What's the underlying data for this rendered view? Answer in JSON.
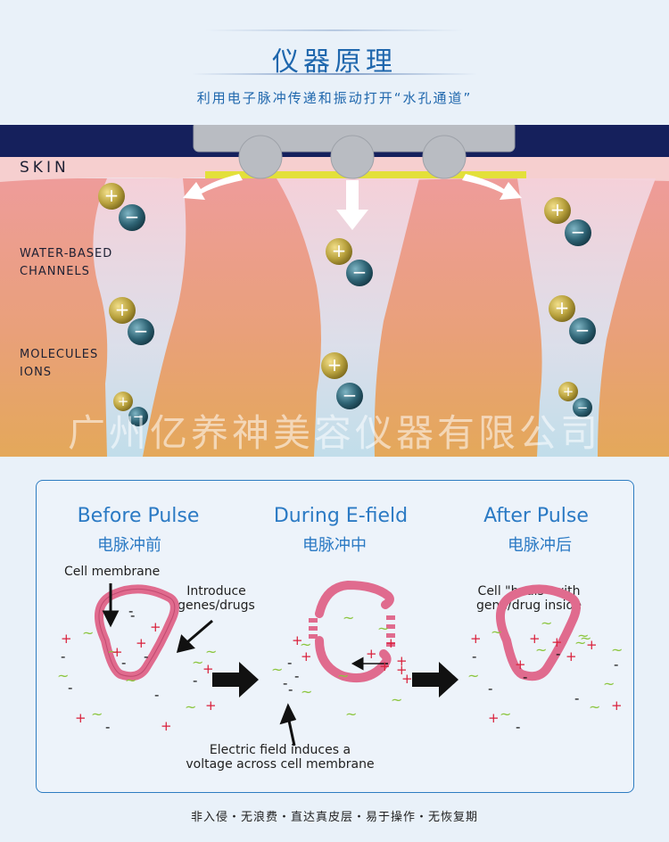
{
  "header": {
    "title": "仪器原理",
    "subtitle": "利用电子脉冲传递和振动打开“水孔通道”"
  },
  "skin_diagram": {
    "skin_label": "SKIN",
    "channels_label_line1": "WATER-BASED",
    "channels_label_line2": "CHANNELS",
    "molecules_label_line1": "MOLECULES",
    "molecules_label_line2": "IONS",
    "watermark": "广州亿养神美容仪器有限公司",
    "positive_symbol": "+",
    "negative_symbol": "−",
    "colors": {
      "device_body": "#b9bcc2",
      "device_band": "#15205c",
      "electrode_strip": "#e3e03a",
      "skin_top": "#f6cfcf",
      "tissue_top": "#ee9c9a",
      "tissue_bottom": "#e4a85a",
      "positive_ion": "#b9a23e",
      "negative_ion": "#2f6475"
    }
  },
  "cell_panel": {
    "stages": [
      {
        "title_en": "Before Pulse",
        "title_cn": "电脉冲前"
      },
      {
        "title_en": "During E-field",
        "title_cn": "电脉冲中"
      },
      {
        "title_en": "After Pulse",
        "title_cn": "电脉冲后"
      }
    ],
    "notes": {
      "cell_membrane": "Cell membrane",
      "introduce_line1": "Introduce",
      "introduce_line2": "genes/drugs",
      "heals_line1": "Cell \"heals\" with",
      "heals_line2": "gene/drug inside",
      "efield_line1": "Electric field induces a",
      "efield_line2": "voltage across cell membrane"
    },
    "symbols": {
      "plus": "+",
      "minus": "-",
      "tilde": "~"
    },
    "colors": {
      "membrane": "#e06b8e",
      "plus": "#d91f3a",
      "tilde": "#8cc63f",
      "minus": "#111111",
      "border": "#2d7cc1"
    }
  },
  "footer": "非入侵・无浪费・直达真皮层・易于操作・无恢复期"
}
